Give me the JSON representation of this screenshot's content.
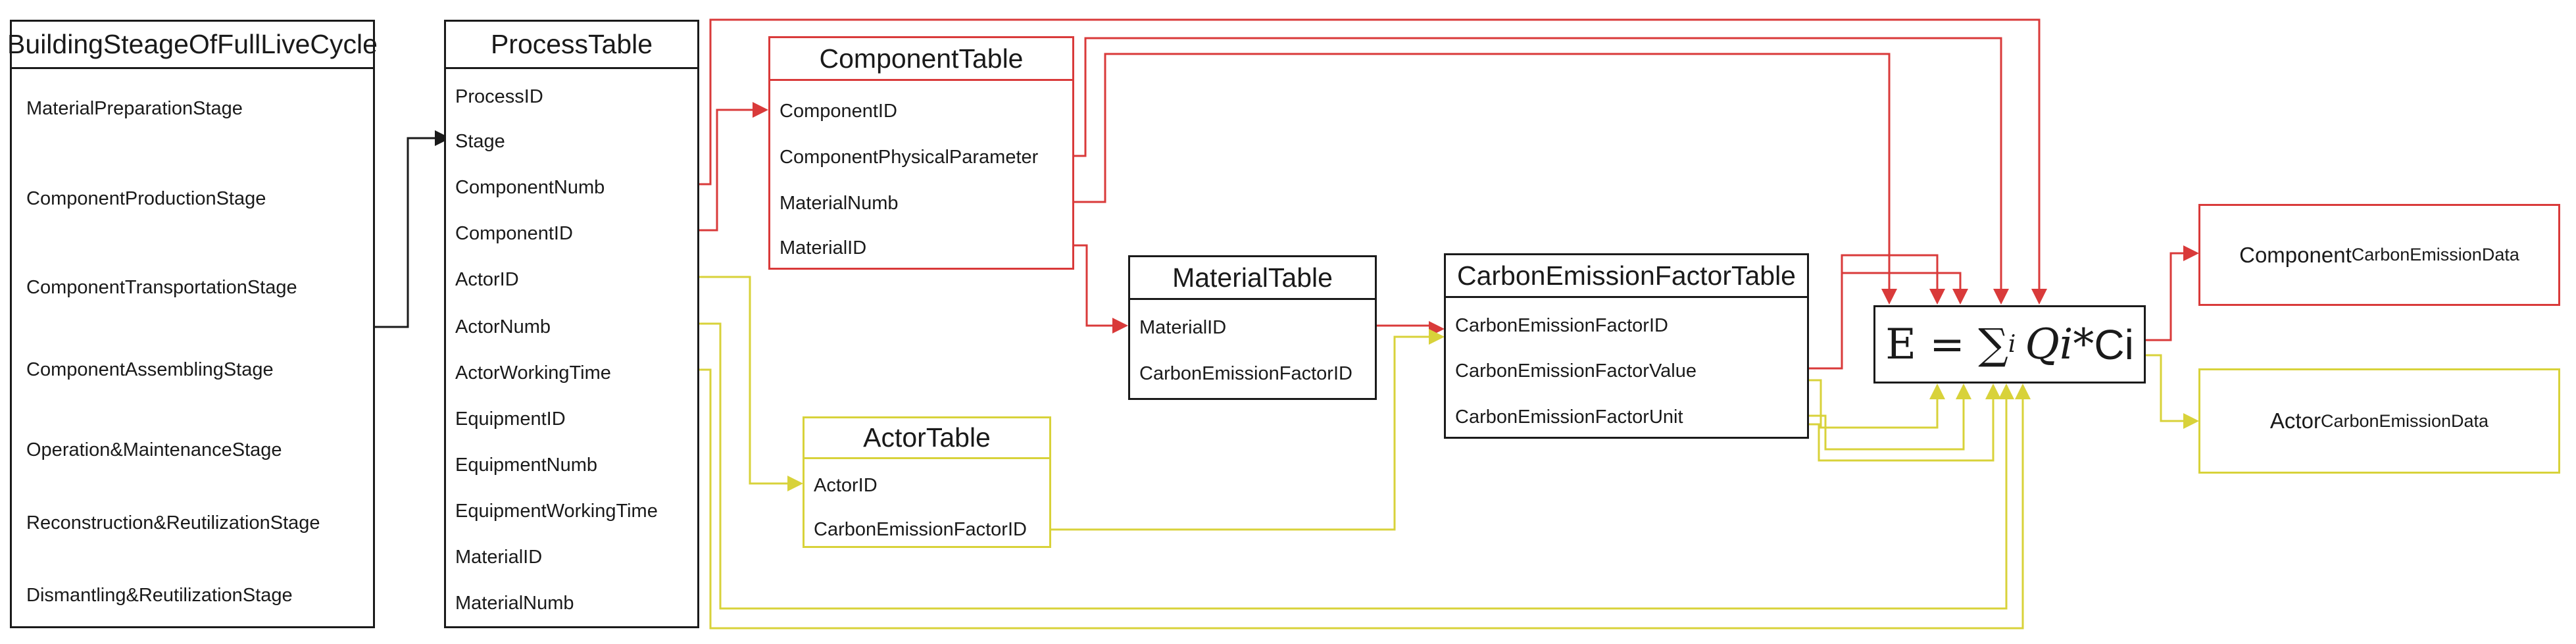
{
  "stages_table": {
    "title": "BuildingSteageOfFullLiveCycle",
    "rows": [
      "MaterialPreparationStage",
      "ComponentProductionStage",
      "ComponentTransportationStage",
      "ComponentAssemblingStage",
      "Operation&MaintenanceStage",
      "Reconstruction&ReutilizationStage",
      "Dismantling&ReutilizationStage"
    ]
  },
  "process_table": {
    "title": "ProcessTable",
    "rows": [
      "ProcessID",
      "Stage",
      "ComponentNumb",
      "ComponentID",
      "ActorID",
      "ActorNumb",
      "ActorWorkingTime",
      "EquipmentID",
      "EquipmentNumb",
      "EquipmentWorkingTime",
      "MaterialID",
      "MaterialNumb"
    ]
  },
  "component_table": {
    "title": "ComponentTable",
    "rows": [
      "ComponentID",
      "ComponentPhysicalParameter",
      "MaterialNumb",
      "MaterialID"
    ]
  },
  "material_table": {
    "title": "MaterialTable",
    "rows": [
      "MaterialID",
      "CarbonEmissionFactorID"
    ]
  },
  "actor_table": {
    "title": "ActorTable",
    "rows": [
      "ActorID",
      "CarbonEmissionFactorID"
    ]
  },
  "cef_table": {
    "title": "CarbonEmissionFactorTable",
    "rows": [
      "CarbonEmissionFactorID",
      "CarbonEmissionFactorValue",
      "CarbonEmissionFactorUnit"
    ]
  },
  "formula": {
    "lhs": "E = ",
    "sum": "∑",
    "index": "i",
    "q": "Qi",
    "op": "*",
    "c": "Ci"
  },
  "outputs": {
    "component": {
      "prefix": "Component",
      "suffix": "CarbonEmissionData"
    },
    "actor": {
      "prefix": "Actor",
      "suffix": "CarbonEmissionData"
    }
  },
  "colors": {
    "black": "#1a1a1a",
    "red": "#d93a3a",
    "yellow": "#d8d23a"
  }
}
